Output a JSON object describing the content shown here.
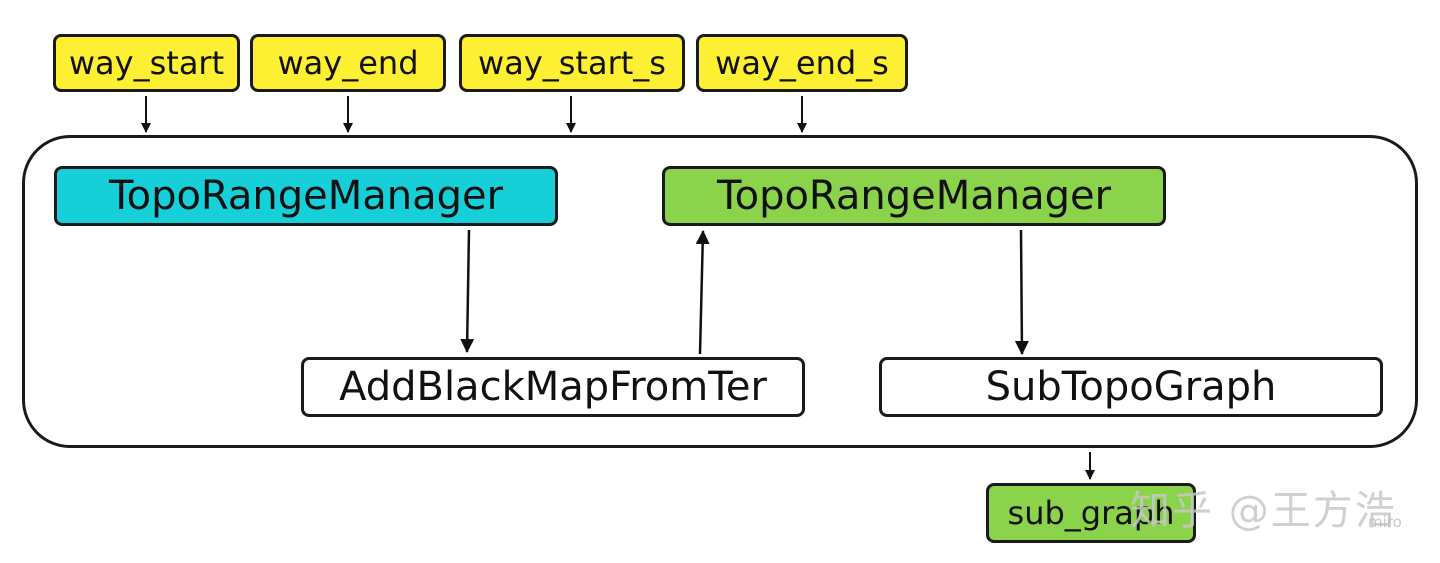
{
  "colors": {
    "input": "#fdf032",
    "topo_cyan": "#16cfd8",
    "topo_green": "#8bd34b",
    "output": "#8bd34b",
    "box": "#ffffff"
  },
  "inputs": {
    "way_start": "way_start",
    "way_end": "way_end",
    "way_start_s": "way_start_s",
    "way_end_s": "way_end_s"
  },
  "nodes": {
    "topo_left": "TopoRangeManager",
    "topo_right": "TopoRangeManager",
    "add_black": "AddBlackMapFromTer",
    "sub_topo": "SubTopoGraph"
  },
  "outputs": {
    "sub_graph": "sub_graph"
  },
  "watermark": {
    "text": "知乎 @王方浩",
    "sub": "miro"
  }
}
